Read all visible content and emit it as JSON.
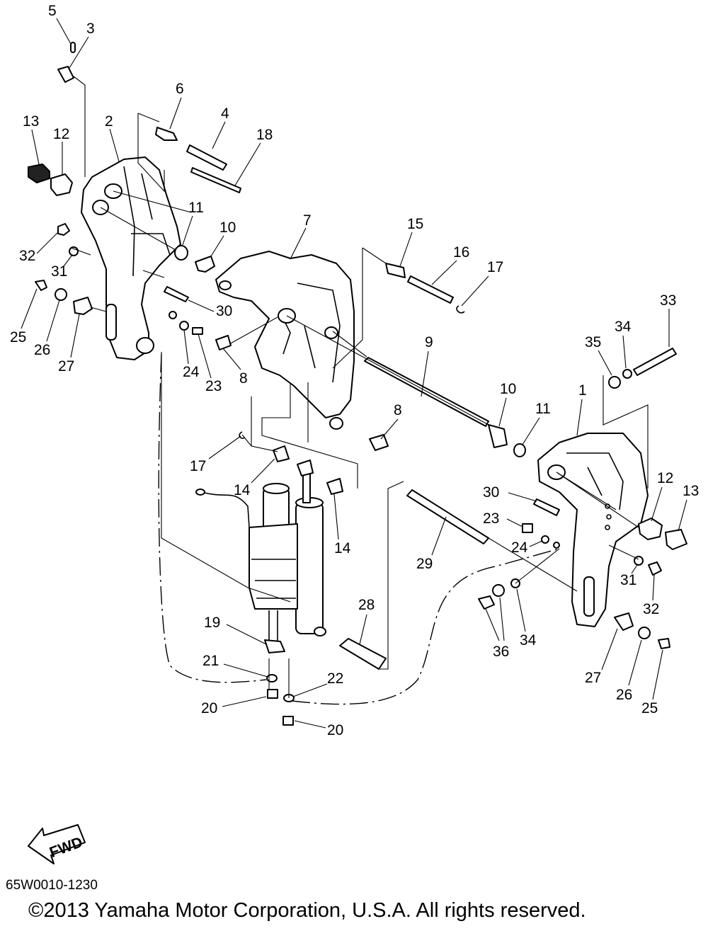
{
  "diagram": {
    "part_numbers": [
      "1",
      "2",
      "3",
      "4",
      "5",
      "6",
      "7",
      "8",
      "9",
      "10",
      "11",
      "12",
      "13",
      "14",
      "15",
      "16",
      "17",
      "18",
      "19",
      "20",
      "21",
      "22",
      "23",
      "24",
      "25",
      "26",
      "27",
      "28",
      "29",
      "30",
      "31",
      "32",
      "33",
      "34",
      "35",
      "36"
    ],
    "direction_label": "FWD",
    "diagram_code": "65W0010-1230",
    "copyright": "©2013 Yamaha Motor Corporation, U.S.A. All rights reserved."
  }
}
